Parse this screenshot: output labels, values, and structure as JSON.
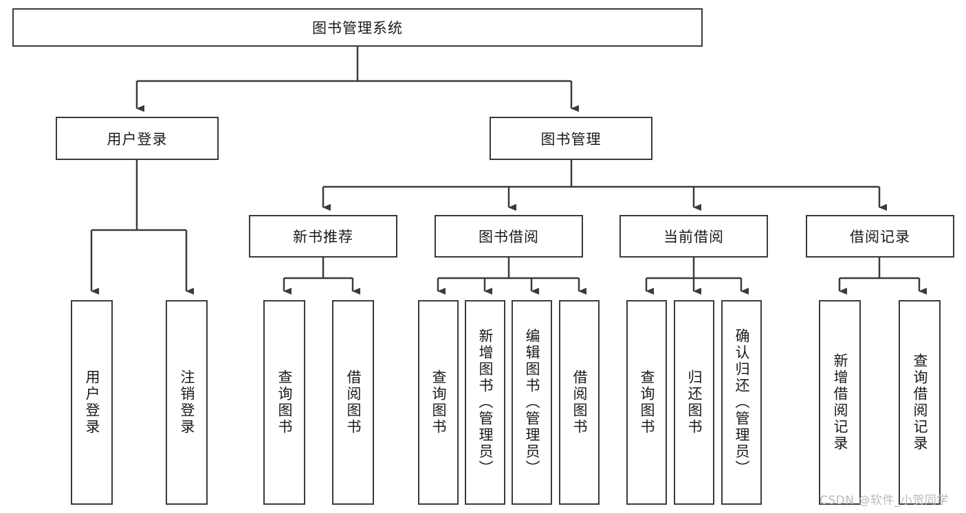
{
  "diagram": {
    "title_node": {
      "label": "图书管理系统"
    },
    "level2": [
      {
        "id": "user-login",
        "label": "用户登录"
      },
      {
        "id": "book-manage",
        "label": "图书管理"
      }
    ],
    "level3": [
      {
        "id": "new-book-recommend",
        "label": "新书推荐"
      },
      {
        "id": "book-borrow",
        "label": "图书借阅"
      },
      {
        "id": "current-borrow",
        "label": "当前借阅"
      },
      {
        "id": "borrow-record",
        "label": "借阅记录"
      }
    ],
    "leaves": [
      {
        "id": "leaf-user-login",
        "label": "用户登录"
      },
      {
        "id": "leaf-logout-login",
        "label": "注销登录"
      },
      {
        "id": "leaf-query-book-1",
        "label": "查询图书"
      },
      {
        "id": "leaf-borrow-book-1",
        "label": "借阅图书"
      },
      {
        "id": "leaf-query-book-2",
        "label": "查询图书"
      },
      {
        "id": "leaf-add-book",
        "label": "新增图书（管理员）"
      },
      {
        "id": "leaf-edit-book",
        "label": "编辑图书（管理员）"
      },
      {
        "id": "leaf-borrow-book-2",
        "label": "借阅图书"
      },
      {
        "id": "leaf-query-book-3",
        "label": "查询图书"
      },
      {
        "id": "leaf-return-book",
        "label": "归还图书"
      },
      {
        "id": "leaf-confirm-return",
        "label": "确认归还（管理员）"
      },
      {
        "id": "leaf-add-record",
        "label": "新增借阅记录"
      },
      {
        "id": "leaf-query-record",
        "label": "查询借阅记录"
      }
    ]
  },
  "watermark": {
    "text": "CSDN @软件_小贺同学"
  },
  "colors": {
    "stroke": "#3a3a3a",
    "fill": "#ffffff",
    "text": "#1a1a1a",
    "watermark": "#b9b9b9"
  }
}
